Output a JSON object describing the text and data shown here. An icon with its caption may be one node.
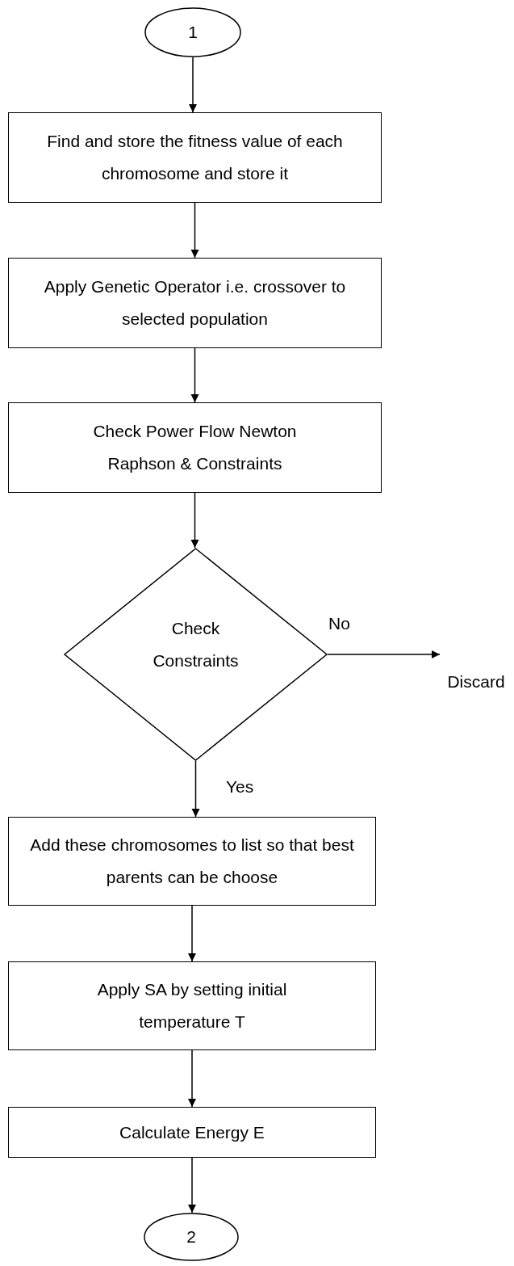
{
  "diagram": {
    "nodes": [
      {
        "text": [
          "1"
        ]
      },
      {
        "text": [
          "Find and store the fitness value of each chromosome and store it"
        ]
      },
      {
        "text": [
          "Apply Genetic Operator i.e. crossover to selected population"
        ]
      },
      {
        "text": [
          "Check Power Flow Newton Raphson & Constraints"
        ]
      },
      {
        "text": [
          "Check Constraints"
        ]
      },
      {
        "text": [
          "Discard"
        ]
      },
      {
        "text": [
          "Add these chromosomes to list so that best parents can be choose"
        ]
      },
      {
        "text": [
          "Apply SA by setting initial temperature T"
        ]
      },
      {
        "text": [
          "Calculate Energy E"
        ]
      },
      {
        "text": [
          "2"
        ]
      }
    ],
    "edges": [
      {
        "from": 0,
        "to": 1,
        "arrow": "to"
      },
      {
        "from": 1,
        "to": 2,
        "arrow": "to"
      },
      {
        "from": 2,
        "to": 3,
        "arrow": "to"
      },
      {
        "from": 3,
        "to": 4,
        "arrow": "to"
      },
      {
        "from": 4,
        "to": 5,
        "arrow": "to",
        "label": "No"
      },
      {
        "from": 4,
        "to": 6,
        "arrow": "to",
        "label": "Yes"
      },
      {
        "from": 6,
        "to": 7,
        "arrow": "to"
      },
      {
        "from": 7,
        "to": 8,
        "arrow": "to"
      },
      {
        "from": 8,
        "to": 9,
        "arrow": "to"
      }
    ]
  }
}
